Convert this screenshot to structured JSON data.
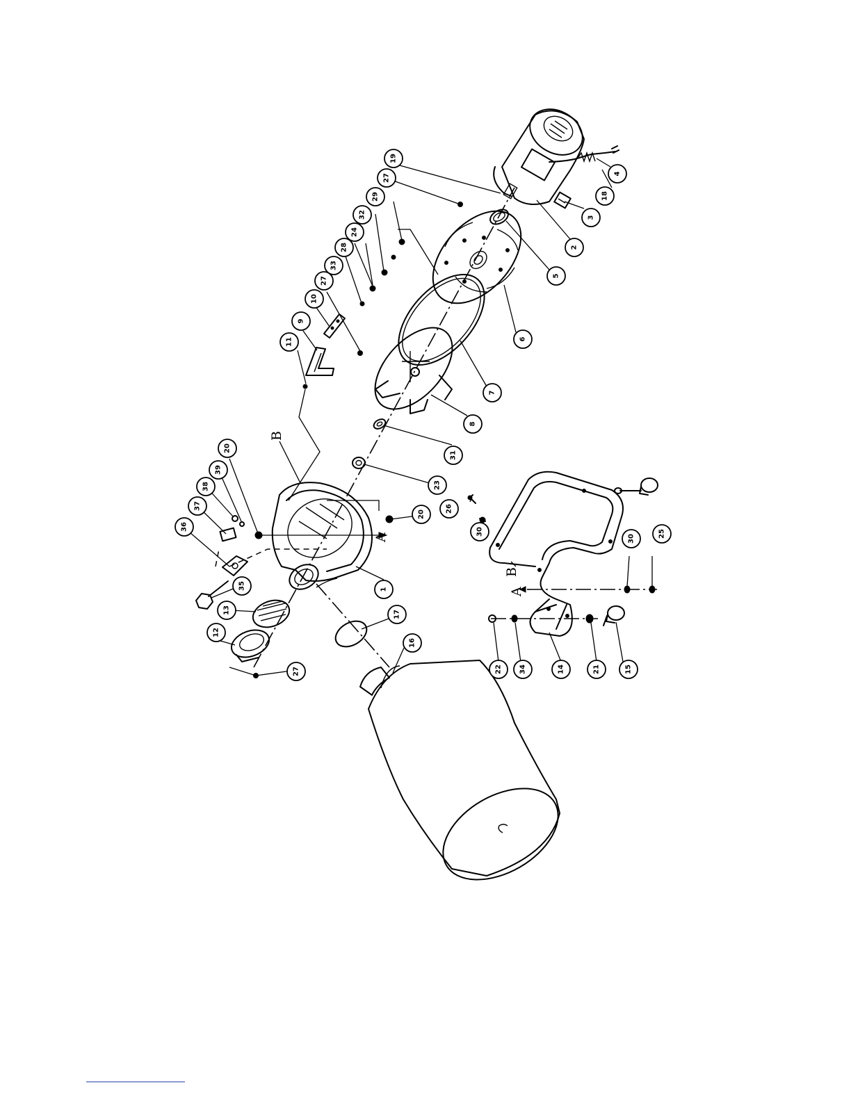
{
  "diagram": {
    "section_markers": [
      {
        "id": "A-housing",
        "text": "A"
      },
      {
        "id": "A-cart",
        "text": "A"
      },
      {
        "id": "B-housing",
        "text": "B"
      },
      {
        "id": "B-cart",
        "text": "B"
      }
    ],
    "part_labels": [
      {
        "id": "p1",
        "text": "1"
      },
      {
        "id": "p2",
        "text": "2"
      },
      {
        "id": "p3",
        "text": "3"
      },
      {
        "id": "p4",
        "text": "4"
      },
      {
        "id": "p5",
        "text": "5"
      },
      {
        "id": "p6",
        "text": "6"
      },
      {
        "id": "p7",
        "text": "7"
      },
      {
        "id": "p8",
        "text": "8"
      },
      {
        "id": "p9",
        "text": "9"
      },
      {
        "id": "p10",
        "text": "10"
      },
      {
        "id": "p11",
        "text": "11"
      },
      {
        "id": "p12",
        "text": "12"
      },
      {
        "id": "p13",
        "text": "13"
      },
      {
        "id": "p14",
        "text": "14"
      },
      {
        "id": "p15",
        "text": "15"
      },
      {
        "id": "p16",
        "text": "16"
      },
      {
        "id": "p17",
        "text": "17"
      },
      {
        "id": "p18",
        "text": "18"
      },
      {
        "id": "p19",
        "text": "19"
      },
      {
        "id": "p20a",
        "text": "20"
      },
      {
        "id": "p20b",
        "text": "20"
      },
      {
        "id": "p21",
        "text": "21"
      },
      {
        "id": "p22",
        "text": "22"
      },
      {
        "id": "p23",
        "text": "23"
      },
      {
        "id": "p24",
        "text": "24"
      },
      {
        "id": "p25",
        "text": "25"
      },
      {
        "id": "p26",
        "text": "26"
      },
      {
        "id": "p27a",
        "text": "27"
      },
      {
        "id": "p27b",
        "text": "27"
      },
      {
        "id": "p27c",
        "text": "27"
      },
      {
        "id": "p28",
        "text": "28"
      },
      {
        "id": "p29",
        "text": "29"
      },
      {
        "id": "p30a",
        "text": "30"
      },
      {
        "id": "p30b",
        "text": "30"
      },
      {
        "id": "p31",
        "text": "31"
      },
      {
        "id": "p32",
        "text": "32"
      },
      {
        "id": "p33",
        "text": "33"
      },
      {
        "id": "p34",
        "text": "34"
      },
      {
        "id": "p35",
        "text": "35"
      },
      {
        "id": "p36",
        "text": "36"
      },
      {
        "id": "p37",
        "text": "37"
      },
      {
        "id": "p38",
        "text": "38"
      },
      {
        "id": "p39",
        "text": "39"
      }
    ]
  }
}
